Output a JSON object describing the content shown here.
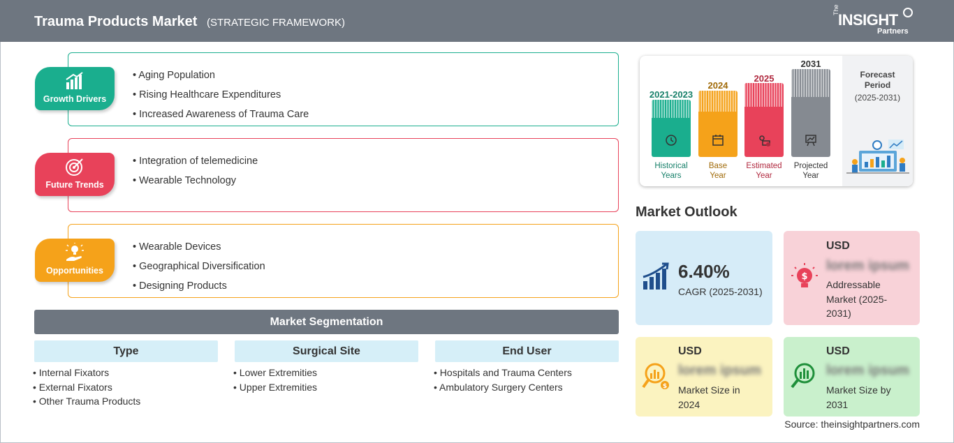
{
  "header": {
    "title": "Trauma Products Market",
    "subtitle": "(STRATEGIC FRAMEWORK)",
    "logo": {
      "the": "The",
      "insight": "INSIGHT",
      "partners": "Partners"
    }
  },
  "framework": {
    "growth_drivers": {
      "label": "Growth Drivers",
      "color": "#1aae8e",
      "items": [
        "• Aging Population",
        "• Rising Healthcare Expenditures",
        "• Increased Awareness of Trauma Care"
      ]
    },
    "future_trends": {
      "label": "Future Trends",
      "color": "#e8425a",
      "items": [
        "• Integration of telemedicine",
        "• Wearable Technology"
      ]
    },
    "opportunities": {
      "label": "Opportunities",
      "color": "#f5a21a",
      "items": [
        "• Wearable Devices",
        "• Geographical Diversification",
        "• Designing Products"
      ]
    }
  },
  "segmentation": {
    "title": "Market Segmentation",
    "columns": [
      {
        "heading": "Type",
        "items": [
          "• Internal Fixators",
          "• External Fixators",
          "• Other Trauma Products"
        ]
      },
      {
        "heading": "Surgical Site",
        "items": [
          "• Lower Extremities",
          "• Upper Extremities"
        ]
      },
      {
        "heading": "End User",
        "items": [
          "• Hospitals and Trauma Centers",
          "• Ambulatory Surgery Centers"
        ]
      }
    ]
  },
  "timeline": {
    "periods": [
      {
        "year": "2021-2023",
        "caption_1": "Historical",
        "caption_2": "Years",
        "color": "#1aae8e",
        "text_color": "#17806a"
      },
      {
        "year": "2024",
        "caption_1": "Base",
        "caption_2": "Year",
        "color": "#f5a21a",
        "text_color": "#a06a08"
      },
      {
        "year": "2025",
        "caption_1": "Estimated",
        "caption_2": "Year",
        "color": "#e8425a",
        "text_color": "#b0283e"
      },
      {
        "year": "2031",
        "caption_1": "Projected",
        "caption_2": "Year",
        "color": "#858a91",
        "text_color": "#333333"
      }
    ],
    "forecast_label_1": "Forecast",
    "forecast_label_2": "Period",
    "forecast_range": "(2025-2031)"
  },
  "outlook": {
    "title": "Market Outlook",
    "cagr": {
      "value": "6.40%",
      "label": "CAGR (2025-2031)",
      "bg": "#d6ecf8"
    },
    "addressable": {
      "currency": "USD",
      "value": "lorem ipsum",
      "label_1": "Addressable",
      "label_2": "Market (2025-",
      "label_3": "2031)",
      "bg": "#f8d2d8"
    },
    "size_2024": {
      "currency": "USD",
      "value": "lorem ipsum",
      "label_1": "Market Size in",
      "label_2": "2024",
      "bg": "#fbf3c0"
    },
    "size_2031": {
      "currency": "USD",
      "value": "lorem ipsum",
      "label_1": "Market Size by",
      "label_2": "2031",
      "bg": "#c9f0cc"
    }
  },
  "source": "Source: theinsightpartners.com"
}
